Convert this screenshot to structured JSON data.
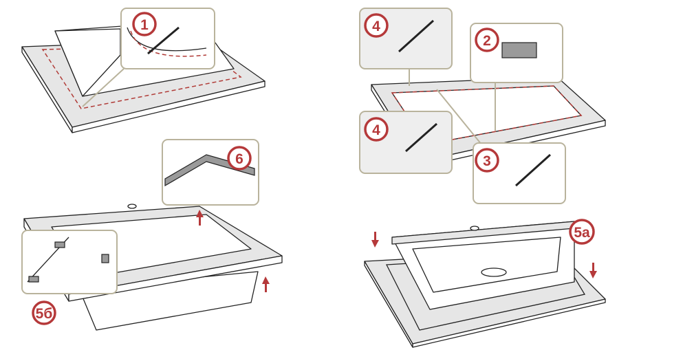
{
  "steps": {
    "s1": "1",
    "s2": "2",
    "s3": "3",
    "s4a": "4",
    "s4b": "4",
    "s5a": "5a",
    "s5b": "5б",
    "s6": "6"
  },
  "colors": {
    "accent": "#b5393a",
    "inset_border": "#b9b39c"
  }
}
